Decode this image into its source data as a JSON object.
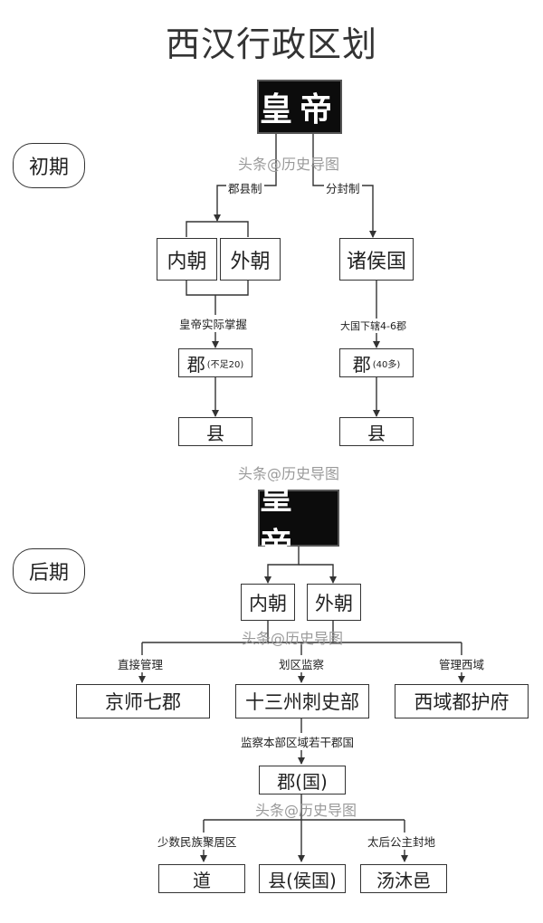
{
  "title": "西汉行政区划",
  "watermark": "头条@历史导图",
  "early": {
    "phase_label": "初期",
    "emperor": "皇帝",
    "branch_left_label": "郡县制",
    "branch_right_label": "分封制",
    "inner_court": "内朝",
    "outer_court": "外朝",
    "vassal": "诸侯国",
    "control_label": "皇帝实际掌握",
    "vassal_label": "大国下辖4-6郡",
    "commandery_left": "郡",
    "commandery_left_note": "(不足20)",
    "commandery_right": "郡",
    "commandery_right_note": "(40多)",
    "county_left": "县",
    "county_right": "县"
  },
  "late": {
    "phase_label": "后期",
    "emperor": "皇帝",
    "inner_court": "内朝",
    "outer_court": "外朝",
    "label_direct": "直接管理",
    "label_inspect": "划区监察",
    "label_western": "管理西域",
    "capital": "京师七郡",
    "inspectors": "十三州刺史部",
    "western_regions": "西域都护府",
    "inspect_detail": "监察本部区域若干郡国",
    "commandery": "郡(国)",
    "label_minority": "少数民族聚居区",
    "label_fief": "太后公主封地",
    "dao": "道",
    "county": "县(侯国)",
    "tangmu": "汤沐邑"
  }
}
